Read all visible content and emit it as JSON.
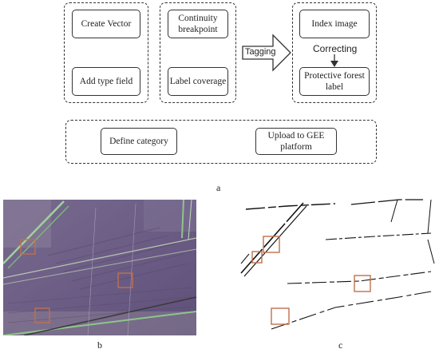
{
  "flowchart": {
    "group1": {
      "box1": "Create Vector",
      "box2": "Add type field"
    },
    "group2": {
      "box1": "Continuity breakpoint",
      "box2": "Label coverage"
    },
    "tagging_label": "Tagging",
    "group3": {
      "box1": "Index image",
      "correcting_label": "Correcting",
      "box2": "Protective forest label"
    },
    "group4": {
      "box1": "Define category",
      "box2": "Upload to GEE platform"
    }
  },
  "captions": {
    "a": "a",
    "b": "b",
    "c": "c"
  },
  "colors": {
    "highlight_box": "#c0704a",
    "satellite_base": "#6e5f86",
    "road_line": "#8fc58a"
  }
}
